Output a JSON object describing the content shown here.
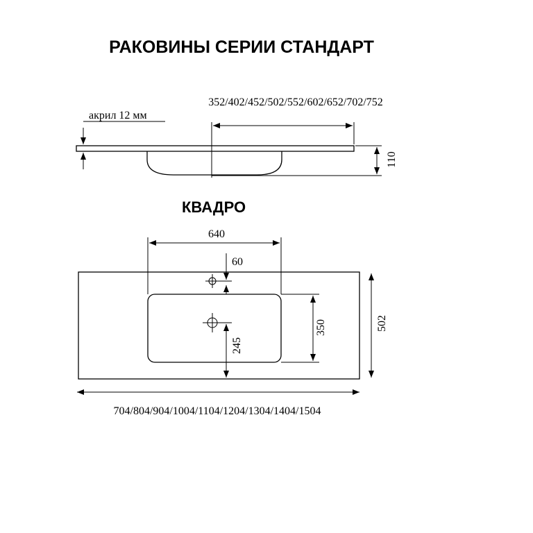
{
  "title": "РАКОВИНЫ СЕРИИ СТАНДАРТ",
  "side_view": {
    "width_label": "352/402/452/502/552/602/652/702/752",
    "thickness_label": "акрил 12 мм",
    "height_label": "110"
  },
  "top_view": {
    "model_name": "КВАДРО",
    "bowl_width_label": "640",
    "tap_offset_label": "60",
    "bowl_depth_label": "350",
    "drain_offset_label": "245",
    "total_depth_label": "502",
    "total_width_label": "704/804/904/1004/1104/1204/1304/1404/1504"
  }
}
